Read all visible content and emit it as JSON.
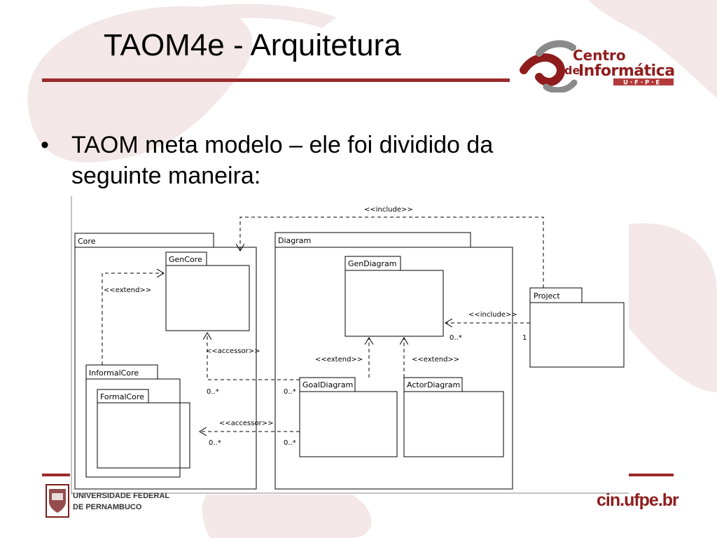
{
  "slide": {
    "title": "TAOM4e - Arquitetura",
    "bullet_marker": "•",
    "bullet_text": "TAOM meta modelo – ele foi dividido da seguinte maneira:"
  },
  "logo": {
    "line1": "Centro",
    "line2_prefix": "de",
    "line2": "Informática",
    "sub": "U · F · P · E"
  },
  "footer": {
    "university_line1": "Universidade Federal",
    "university_line2": "de Pernambuco",
    "url": "cin.ufpe.br"
  },
  "diagram": {
    "packages": {
      "core": "Core",
      "gencore": "GenCore",
      "informalcore": "InformalCore",
      "formalcore": "FormalCore",
      "diagram": "Diagram",
      "gendiagram": "GenDiagram",
      "goaldiagram": "GoalDiagram",
      "actordiagram": "ActorDiagram",
      "project": "Project"
    },
    "labels": {
      "include_top": "<<include>>",
      "include_right": "<<include>>",
      "extend_core": "<<extend>>",
      "extend_goal": "<<extend>>",
      "extend_actor": "<<extend>>",
      "accessor_upper": "<<accessor>>",
      "accessor_lower": "<<accessor>>",
      "mult_project_gen": "0..*",
      "mult_project_one": "1",
      "mult_acc_upper_left": "0..*",
      "mult_acc_upper_right": "0..*",
      "mult_acc_lower_left": "0..*",
      "mult_acc_lower_right": "0..*"
    }
  },
  "colors": {
    "brand_red": "#9b2a2a",
    "blob": "#f2e6e6"
  }
}
